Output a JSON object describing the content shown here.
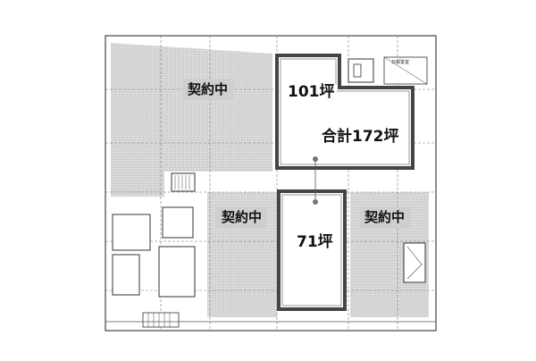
{
  "plan": {
    "contract_label": "契約中",
    "unit_101": "101坪",
    "unit_71": "71坪",
    "total": "合計172坪",
    "top_right_room": "日報置室"
  }
}
